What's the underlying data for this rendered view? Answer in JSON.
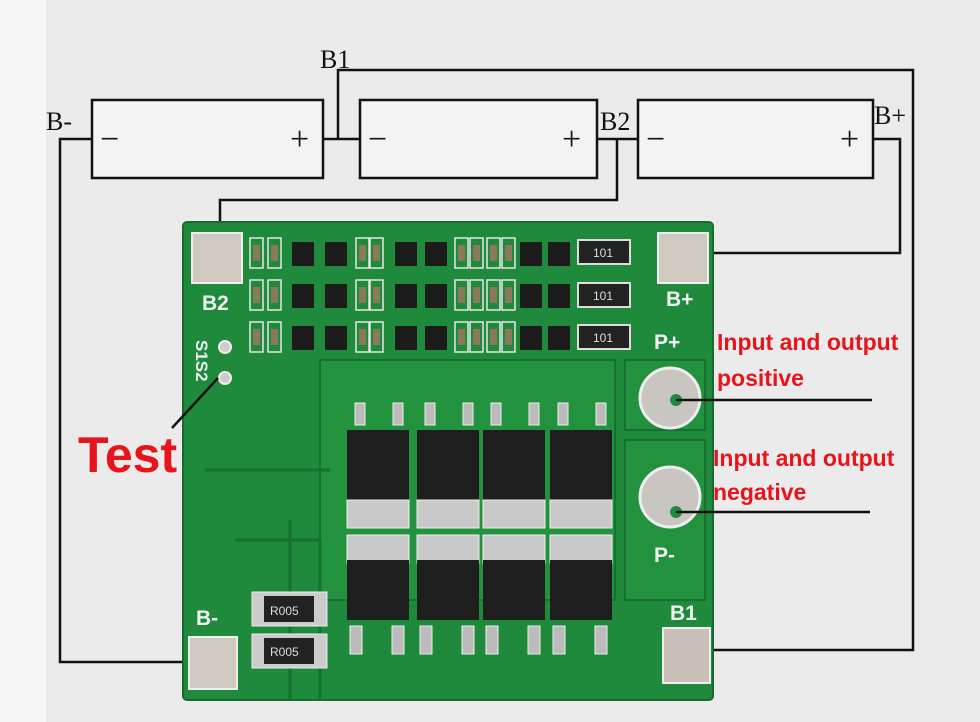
{
  "wiring": {
    "b1_label": "B1",
    "b2_label": "B2",
    "bplus_label": "B+",
    "bminus_label": "B-",
    "batteries": [
      {
        "minus": "−",
        "plus": "+"
      },
      {
        "minus": "−",
        "plus": "+"
      },
      {
        "minus": "−",
        "plus": "+"
      }
    ]
  },
  "board": {
    "pads": {
      "b2": "B2",
      "bplus": "B+",
      "pplus": "P+",
      "pminus": "P-",
      "bminus": "B-",
      "b1": "B1"
    },
    "test_points": "S1S2",
    "resistor_code": "101",
    "shunt_code": "R005"
  },
  "annotations": {
    "positive_line1": "Input and output",
    "positive_line2": "positive",
    "negative_line1": "Input and output",
    "negative_line2": "negative",
    "test": "Test"
  },
  "colors": {
    "pcb": "#1f8a3c",
    "annotation": "#e8141c",
    "wire": "#111111"
  }
}
